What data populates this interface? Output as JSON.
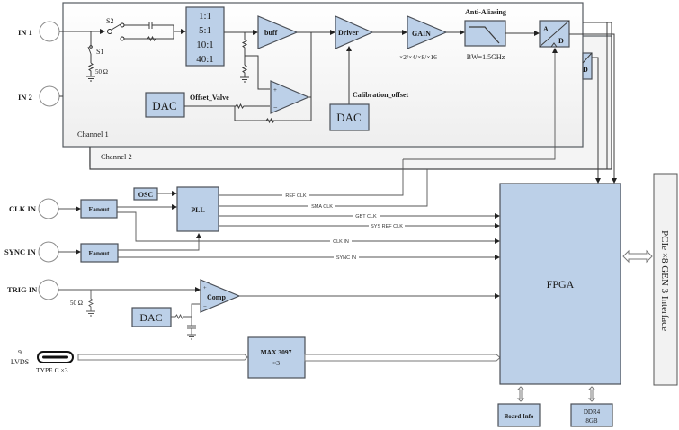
{
  "inputs": {
    "in1": "IN 1",
    "in2": "IN 2",
    "clk_in": "CLK IN",
    "sync_in": "SYNC IN",
    "trig_in": "TRIG IN",
    "lvds_count": "9",
    "lvds": "LVDS",
    "type_c": "TYPE C ×3"
  },
  "channel1": {
    "label": "Channel 1",
    "switch_s1": "S1",
    "switch_s2": "S2",
    "termination": "50 Ω",
    "attenuator": [
      "1:1",
      "5:1",
      "10:1",
      "40:1"
    ],
    "buff": "buff",
    "offset_dac": "DAC",
    "offset_label": "Offset_Valve",
    "driver": "Driver",
    "calibration_label": "Calibration_offset",
    "calibration_dac": "DAC",
    "gain": "GAIN",
    "gain_options": "×2/×4/×8/×16",
    "filter_title": "Anti-Aliasing",
    "filter_bw": "BW=1.5GHz",
    "adc_a": "A",
    "adc_d": "D"
  },
  "channel2": {
    "label": "Channel 2",
    "adc_d": "D"
  },
  "clock": {
    "fanout_clk": "Fanout",
    "fanout_sync": "Fanout",
    "osc": "OSC",
    "pll": "PLL",
    "signals": [
      "REF CLK",
      "SMA CLK",
      "GBT CLK",
      "SYS REF CLK",
      "CLK IN",
      "SYNC IN"
    ]
  },
  "trigger": {
    "termination": "50 Ω",
    "comp": "Comp",
    "dac": "DAC",
    "plus": "+",
    "minus": "−"
  },
  "lvds_block": {
    "chip": "MAX 3097",
    "count": "×3"
  },
  "fpga": {
    "label": "FPGA",
    "board_info": "Board Info",
    "ddr_line1": "DDR4",
    "ddr_line2": "8GB"
  },
  "pcie": {
    "label": "PCIe ×8 GEN 3 Interface"
  },
  "colors": {
    "block_fill": "#bcd0e8",
    "panel_fill": "#f2f2f2",
    "line": "#3c3c3c"
  }
}
